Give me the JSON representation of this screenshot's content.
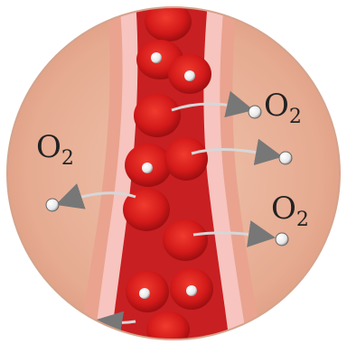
{
  "labels": [
    {
      "id": "o2-left",
      "text": "O",
      "sub": "2"
    },
    {
      "id": "o2-top-right",
      "text": "O",
      "sub": "2"
    },
    {
      "id": "o2-bottom-right",
      "text": "O",
      "sub": "2"
    }
  ],
  "colors": {
    "tissue": "#e8b39a",
    "tissue_edge": "#d9957b",
    "vessel_wall": "#f6b7b3",
    "vessel_lumen": "#c81f22",
    "rbc": "#d91e1e",
    "rbc_dark": "#9e0e10",
    "oxygen": "#ffffff",
    "arrow": "#8a8a8a"
  },
  "icons": {
    "oxygen_molecule": "oxygen-molecule-icon",
    "red_blood_cell": "red-blood-cell-icon",
    "diffusion_arrow": "diffusion-arrow-icon"
  }
}
